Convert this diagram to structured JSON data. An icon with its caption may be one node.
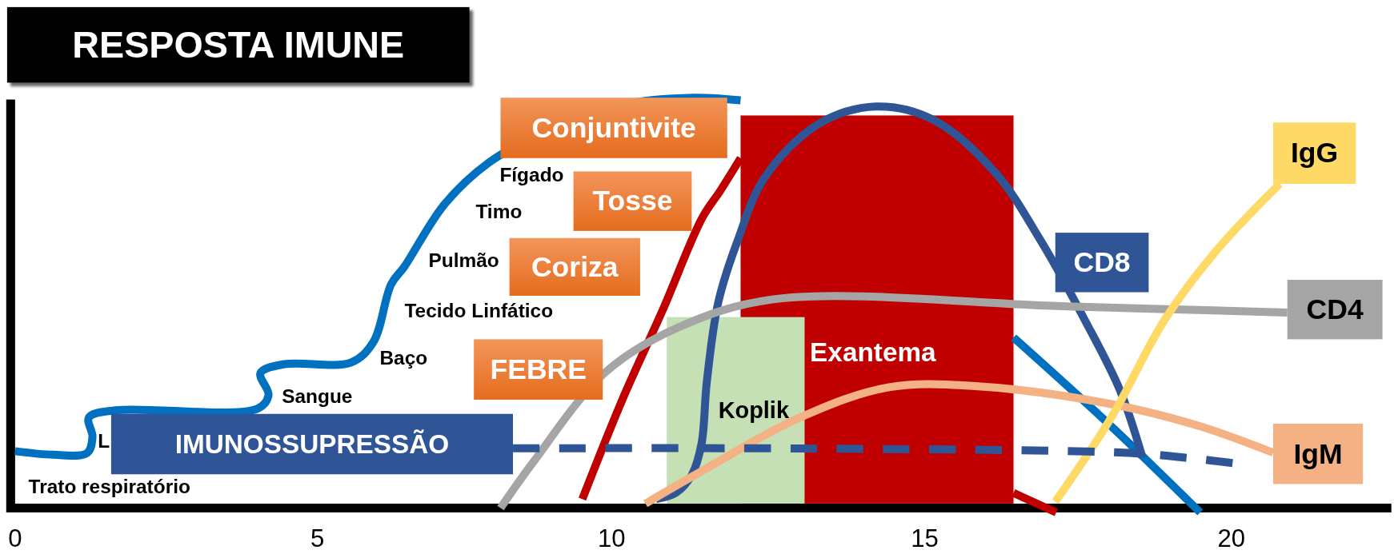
{
  "diagram": {
    "title": "RESPOSTA IMUNE",
    "nodes": [
      {
        "text": [
          "Conjuntivite"
        ]
      },
      {
        "text": [
          "Tosse"
        ]
      },
      {
        "text": [
          "Coriza"
        ]
      },
      {
        "text": [
          "FEBRE"
        ]
      },
      {
        "text": [
          "Exantema"
        ]
      },
      {
        "text": [
          "Koplik"
        ]
      },
      {
        "text": [
          "IgG"
        ]
      },
      {
        "text": [
          "CD8"
        ]
      },
      {
        "text": [
          "CD4"
        ]
      },
      {
        "text": [
          "IMUNOSSUPRESSÃO"
        ]
      },
      {
        "text": [
          "IgM"
        ]
      }
    ],
    "edges": [
      {
        "from": null,
        "to": 8,
        "arrow": "none",
        "color": "#a5a5a5"
      },
      {
        "from": null,
        "to": 10,
        "arrow": "none",
        "color": "#f4b183"
      },
      {
        "from": null,
        "to": 6,
        "arrow": "none",
        "color": "#ffd966"
      },
      {
        "from": 9,
        "to": null,
        "arrow": "none",
        "style": "dashed",
        "color": "#2f5597"
      }
    ],
    "labels": [
      "Fígado",
      "Timo",
      "Pulmão",
      "Tecido Linfático",
      "Baço",
      "Sangue",
      "L",
      "Trato respiratório",
      "0",
      "5",
      "10",
      "15",
      "20"
    ]
  }
}
